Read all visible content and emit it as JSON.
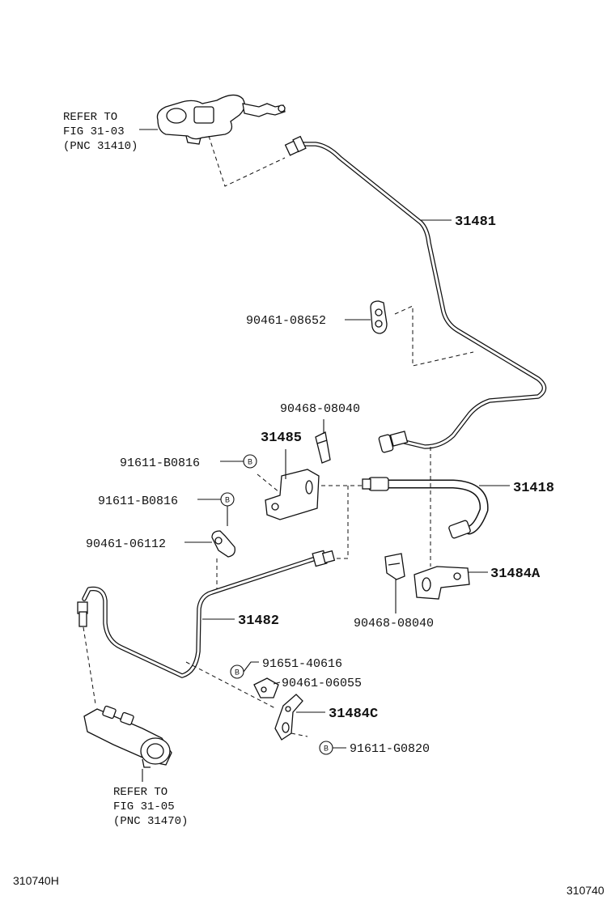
{
  "diagram_id": "310740H",
  "page_code": "310740",
  "refs": {
    "top": [
      "REFER TO",
      "FIG 31-03",
      "(PNC 31410)"
    ],
    "bottom": [
      "REFER TO",
      "FIG 31-05",
      "(PNC 31470)"
    ]
  },
  "parts": {
    "p31481": "31481",
    "p90461_08652": "90461-08652",
    "p90468_08040_top": "90468-08040",
    "p31485": "31485",
    "p91611_B0816_a": "91611-B0816",
    "p91611_B0816_b": "91611-B0816",
    "p31418": "31418",
    "p90461_06112": "90461-06112",
    "p31484A": "31484A",
    "p90468_08040_bottom": "90468-08040",
    "p31482": "31482",
    "p91651_40616": "91651-40616",
    "p90461_06055": "90461-06055",
    "p31484C": "31484C",
    "p91611_G0820": "91611-G0820"
  },
  "circle_marks": [
    "B",
    "B",
    "B",
    "B"
  ]
}
